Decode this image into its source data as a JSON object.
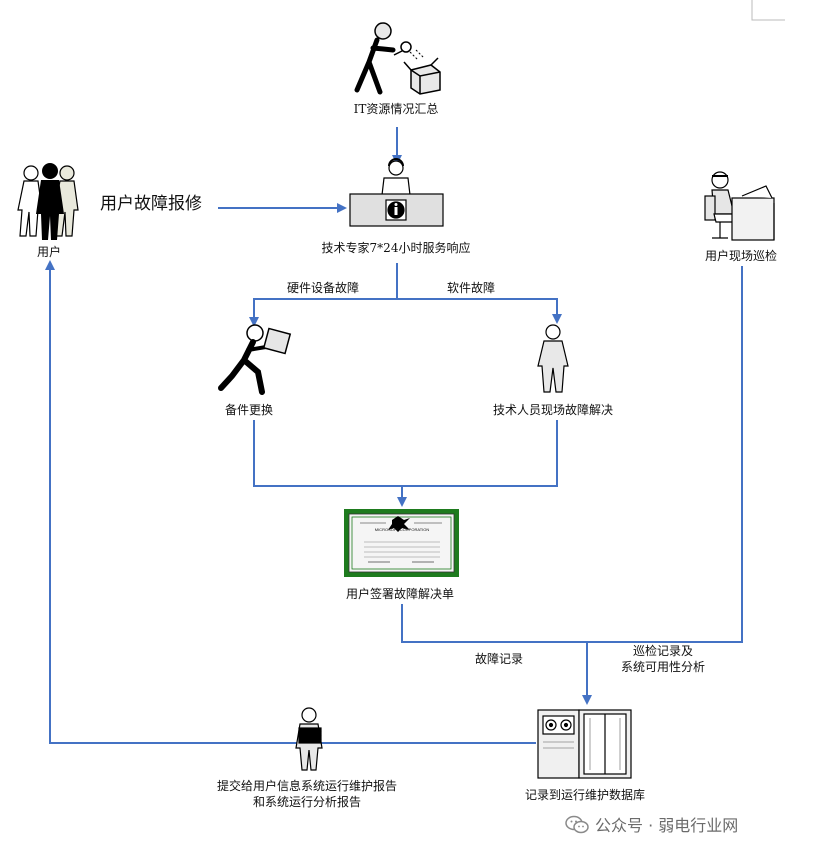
{
  "labels": {
    "it_summary": "IT资源情况汇总",
    "user_report": "用户故障报修",
    "users": "用户",
    "expert_service": "技术专家7*24小时服务响应",
    "onsite_inspection": "用户现场巡检",
    "hardware_fault": "硬件设备故障",
    "software_fault": "软件故障",
    "parts_replace": "备件更换",
    "tech_onsite": "技术人员现场故障解决",
    "sign_form": "用户签署故障解决单",
    "fault_record": "故障记录",
    "inspect_record_line1": "巡检记录及",
    "inspect_record_line2": "系统可用性分析",
    "submit_line1": "提交给用户信息系统运行维护报告",
    "submit_line2": "和系统运行分析报告",
    "database": "记录到运行维护数据库",
    "certificate_text": "MICROSOFT CORPORATION"
  },
  "watermark": {
    "text": "公众号 · 弱电行业网",
    "icon": "wechat-icon"
  },
  "colors": {
    "arrow": "#4472c4",
    "certificate_border": "#1e7b1e",
    "figure": "#d9d9d9"
  }
}
